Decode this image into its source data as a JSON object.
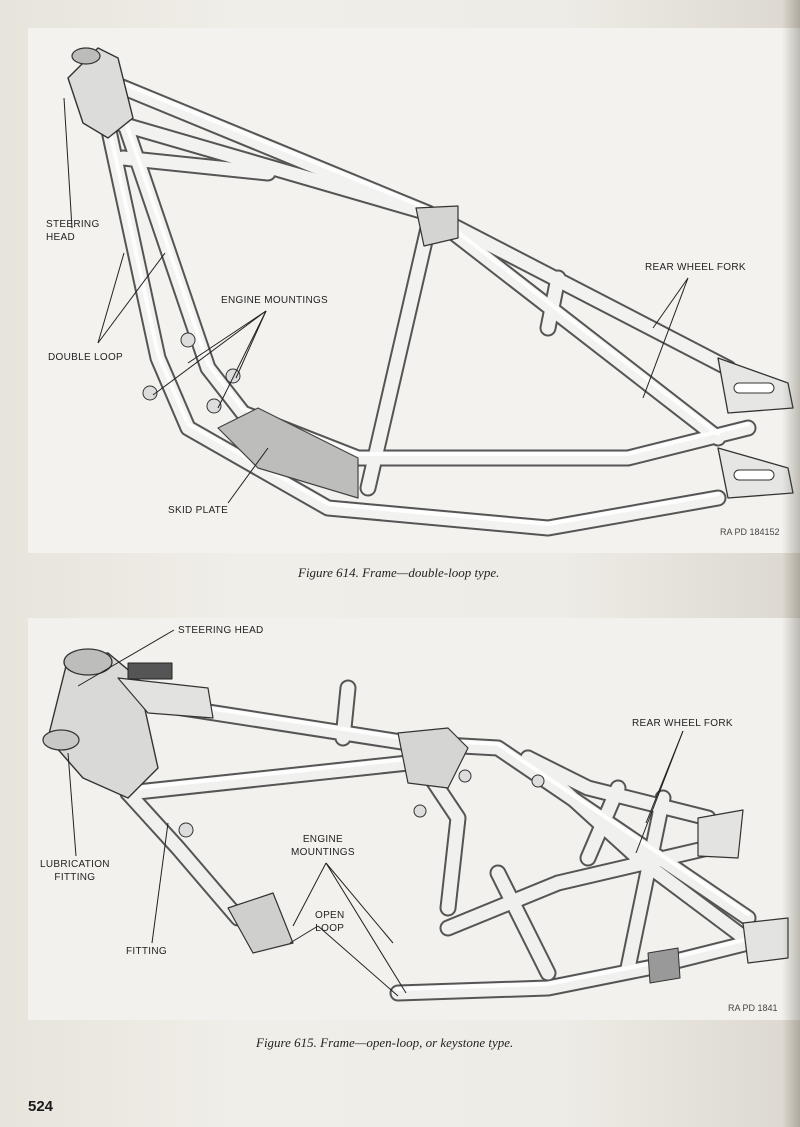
{
  "page_number": "524",
  "figure_614": {
    "caption": "Figure 614.   Frame—double-loop type.",
    "code": "RA PD  184152",
    "labels": {
      "steering_head": "STEERING\nHEAD",
      "double_loop": "DOUBLE LOOP",
      "engine_mountings": "ENGINE MOUNTINGS",
      "rear_wheel_fork": "REAR WHEEL FORK",
      "skid_plate": "SKID PLATE"
    }
  },
  "figure_615": {
    "caption": "Figure 615.   Frame—open-loop, or keystone type.",
    "code": "RA PD  1841",
    "labels": {
      "steering_head": "STEERING HEAD",
      "rear_wheel_fork": "REAR WHEEL FORK",
      "lubrication_fitting": "LUBRICATION\nFITTING",
      "engine_mountings": "ENGINE\nMOUNTINGS",
      "open_loop": "OPEN\nLOOP",
      "fitting": "FITTING"
    }
  },
  "colors": {
    "tube_light": "#f8f8f6",
    "tube_shadow": "#6c6c6c",
    "outline": "#3a3a3a"
  }
}
